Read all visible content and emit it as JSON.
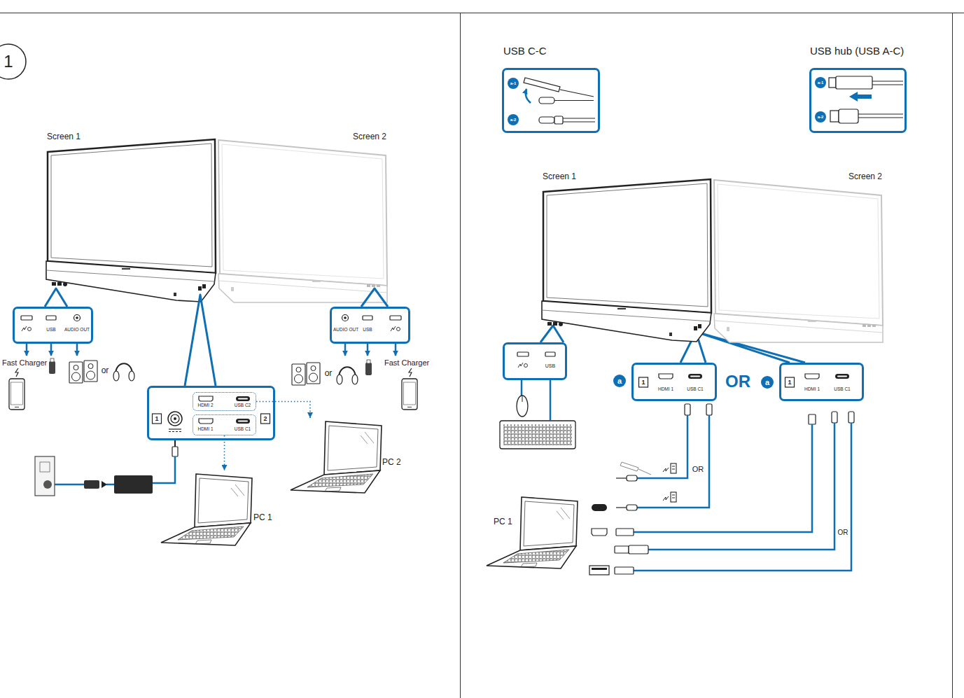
{
  "diagram": {
    "nodes": [
      {
        "text": [
          "USB",
          "AUDIO OUT"
        ]
      },
      {
        "text": [
          "AUDIO OUT",
          "USB"
        ]
      },
      {
        "text": [
          "1",
          "2"
        ]
      },
      {
        "text": [
          "HDMI 2",
          "USB C2"
        ],
        "in": 2
      },
      {
        "text": [
          "HDMI 1",
          "USB C1"
        ],
        "in": 2
      },
      {
        "text": [
          "PC 1"
        ]
      },
      {
        "text": [
          "PC 2"
        ]
      },
      {
        "text": [
          "USB C-C",
          "a-1",
          "a-2"
        ]
      },
      {
        "text": [
          "USB hub (USB A-C)",
          "a-1",
          "a-2"
        ]
      },
      {
        "text": [
          "USB"
        ]
      },
      {
        "text": [
          "1",
          "HDMI 1",
          "USB C1"
        ]
      },
      {
        "text": [
          "1",
          "HDMI 1",
          "USB C1"
        ]
      },
      {
        "text": [
          "PC 1"
        ]
      }
    ],
    "edges": [
      {
        "from": 4,
        "to": 5,
        "arrow": "to"
      },
      {
        "from": 3,
        "to": 6,
        "arrow": "to"
      }
    ],
    "labels": [
      "1",
      "Screen 1",
      "Screen 2",
      "Fast Charger",
      "or",
      "or",
      "Fast Charger",
      "Screen 1",
      "Screen 2",
      "a",
      "OR",
      "a",
      "OR",
      "OR"
    ]
  }
}
